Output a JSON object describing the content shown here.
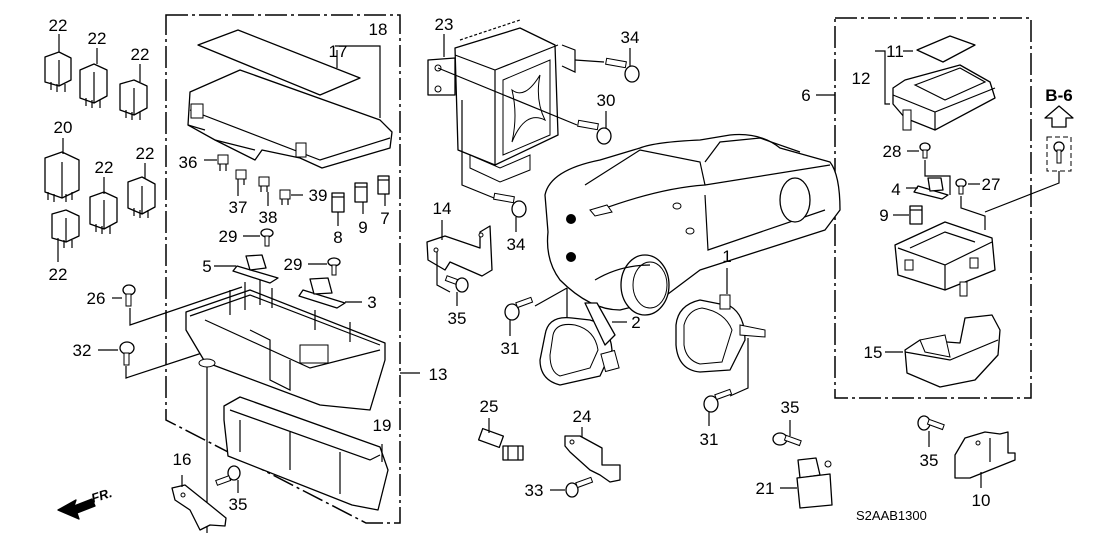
{
  "diagram": {
    "title_code": "S2AAB1300",
    "reference": {
      "label": "B-6",
      "icon": "arrow-up-outline-icon"
    },
    "front_indicator": {
      "label": "FR.",
      "icon": "arrow-left-bold-icon"
    },
    "callouts": {
      "relay_22a": "22",
      "relay_22b": "22",
      "relay_22c": "22",
      "relay_20": "20",
      "relay_22d": "22",
      "relay_22e": "22",
      "relay_22f": "22",
      "cover_18": "18",
      "label_17": "17",
      "fuse_36": "36",
      "fuse_37": "37",
      "fuse_38": "38",
      "fuse_39": "39",
      "fuse_8": "8",
      "fuse_9": "9",
      "fuse_7": "7",
      "screw_29a": "29",
      "screw_29b": "29",
      "resistor_5": "5",
      "resistor_3": "3",
      "bolt_26": "26",
      "bolt_32": "32",
      "box_13": "13",
      "cover_19": "19",
      "bracket_16": "16",
      "bolt_35a": "35",
      "unit_23": "23",
      "bolt_34a": "34",
      "bolt_30": "30",
      "bolt_34b": "34",
      "bracket_14": "14",
      "bolt_35b": "35",
      "duct_2": "2",
      "duct_1": "1",
      "bolt_31a": "31",
      "bolt_31b": "31",
      "sensor_25": "25",
      "bracket_24": "24",
      "bolt_33": "33",
      "bolt_35c": "35",
      "relay_21": "21",
      "box_6": "6",
      "label_11": "11",
      "cover_12": "12",
      "screw_28": "28",
      "resistor_4": "4",
      "screw_27": "27",
      "fuse_9b": "9",
      "cover_15": "15",
      "bolt_35d": "35",
      "bracket_10": "10"
    }
  }
}
